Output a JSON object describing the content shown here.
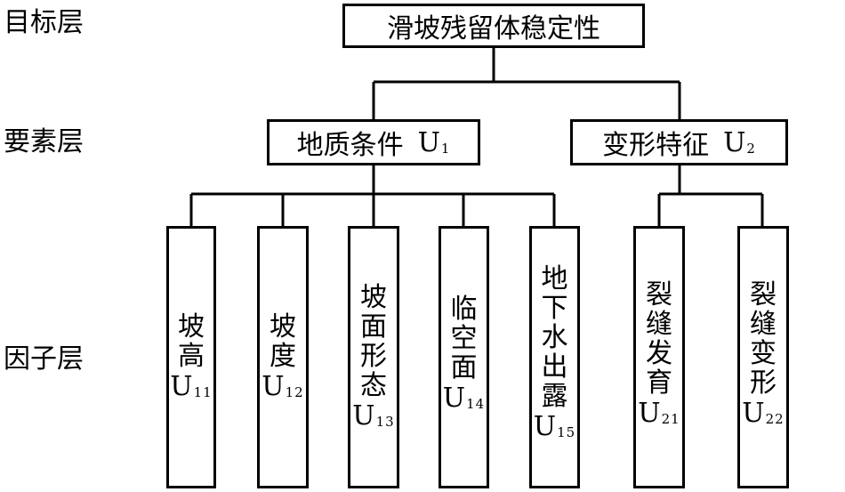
{
  "layers": {
    "target": "目标层",
    "element": "要素层",
    "factor": "因子层"
  },
  "goal": "滑坡残留体稳定性",
  "elements": [
    {
      "label": "地质条件",
      "code": "U",
      "sub": "1"
    },
    {
      "label": "变形特征",
      "code": "U",
      "sub": "2"
    }
  ],
  "factors": [
    {
      "chars": [
        "坡",
        "高"
      ],
      "code": "U",
      "sub": "11"
    },
    {
      "chars": [
        "坡",
        "度"
      ],
      "code": "U",
      "sub": "12"
    },
    {
      "chars": [
        "坡",
        "面",
        "形",
        "态"
      ],
      "code": "U",
      "sub": "13"
    },
    {
      "chars": [
        "临",
        "空",
        "面"
      ],
      "code": "U",
      "sub": "14"
    },
    {
      "chars": [
        "地",
        "下",
        "水",
        "出",
        "露"
      ],
      "code": "U",
      "sub": "15"
    },
    {
      "chars": [
        "裂",
        "缝",
        "发",
        "育"
      ],
      "code": "U",
      "sub": "21"
    },
    {
      "chars": [
        "裂",
        "缝",
        "变",
        "形"
      ],
      "code": "U",
      "sub": "22"
    }
  ]
}
